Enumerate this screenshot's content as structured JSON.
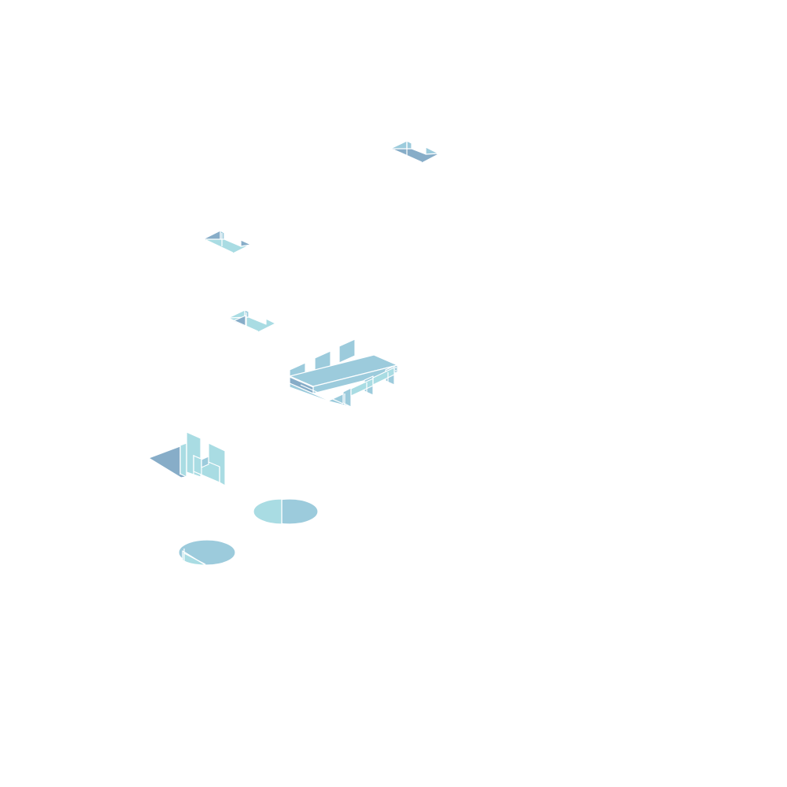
{
  "palette": {
    "light": "#a9dce3",
    "mid": "#9ccbdc",
    "dark": "#87adc8",
    "edge": "#ffffff",
    "background": "#ffffff"
  },
  "objects": [
    {
      "id": "desk-chair-top",
      "kind": "chair"
    },
    {
      "id": "desk-chair-left",
      "kind": "chair"
    },
    {
      "id": "desk-chair-mid",
      "kind": "chair"
    },
    {
      "id": "meeting-table",
      "kind": "table with chairs"
    },
    {
      "id": "armchair",
      "kind": "lounge chair"
    },
    {
      "id": "round-table-upper",
      "kind": "round table"
    },
    {
      "id": "round-table-lower",
      "kind": "round table"
    }
  ]
}
